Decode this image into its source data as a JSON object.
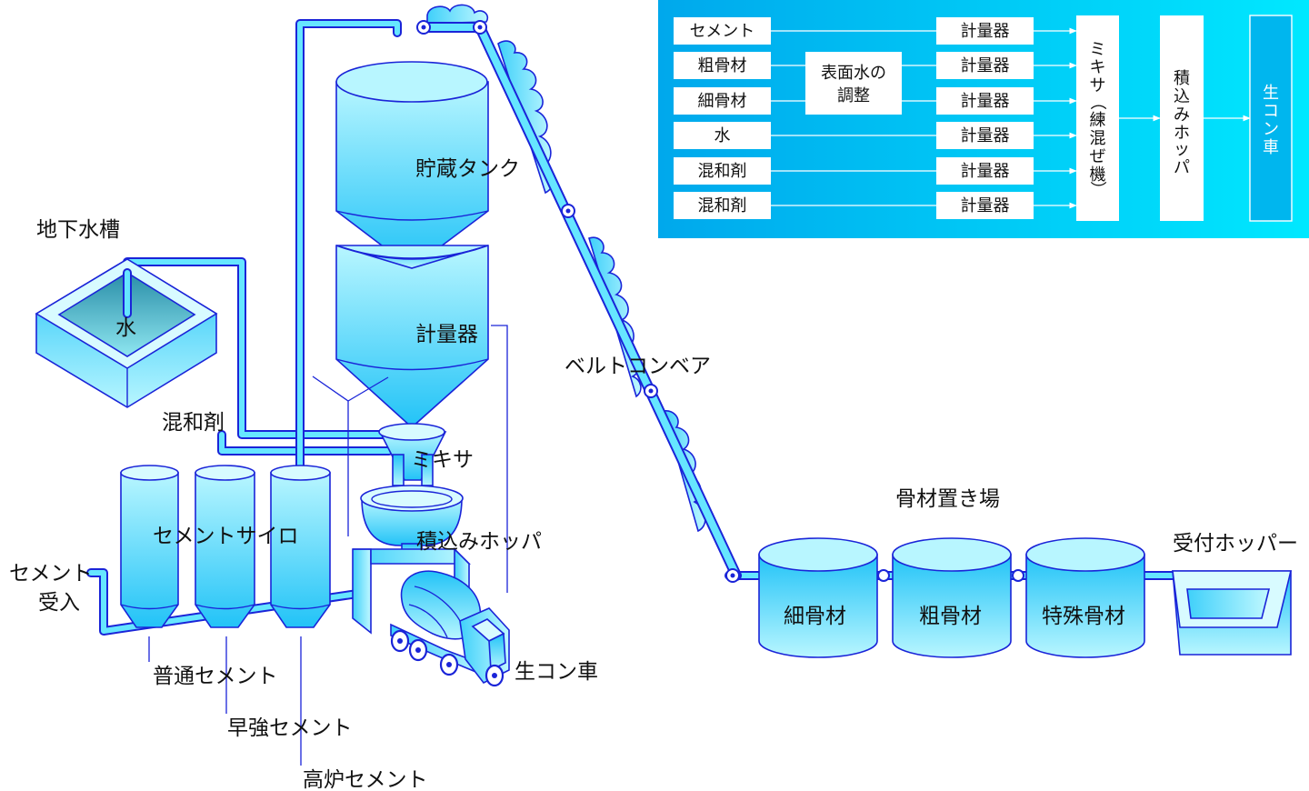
{
  "labels": {
    "underground_tank": "地下水槽",
    "water": "水",
    "admixture": "混和剤",
    "storage_tank": "貯蔵タンク",
    "weigher": "計量器",
    "mixer": "ミキサ",
    "loading_hopper": "積込みホッパ",
    "belt_conveyor": "ベルトコンベア",
    "cement_silo": "セメントサイロ",
    "cement_receive_1": "セメント",
    "cement_receive_2": "受入",
    "normal_cement": "普通セメント",
    "early_strength_cement": "早強セメント",
    "blast_furnace_cement": "高炉セメント",
    "mixer_truck": "生コン車",
    "aggregate_yard": "骨材置き場",
    "fine_aggregate": "細骨材",
    "coarse_aggregate": "粗骨材",
    "special_aggregate": "特殊骨材",
    "receiving_hopper": "受付ホッパー"
  },
  "flowchart": {
    "inputs": [
      "セメント",
      "粗骨材",
      "細骨材",
      "水",
      "混和剤",
      "混和剤"
    ],
    "surface_water_line1": "表面水の",
    "surface_water_line2": "調整",
    "weigher": "計量器",
    "mixer_chars": [
      "ミ",
      "キ",
      "サ",
      "（",
      "練",
      "混",
      "ぜ",
      "機",
      "）"
    ],
    "hopper_chars": [
      "積",
      "込",
      "み",
      "ホ",
      "ッ",
      "パ"
    ],
    "truck_chars": [
      "生",
      "コ",
      "ン",
      "車"
    ]
  },
  "colors": {
    "outline": "#1a24d8",
    "fill_light": "#aef2ff",
    "fill_dark": "#1bb7f5",
    "flow_bg_left": "#00a8ec",
    "flow_bg_right": "#00e6ff",
    "text": "#111111"
  }
}
